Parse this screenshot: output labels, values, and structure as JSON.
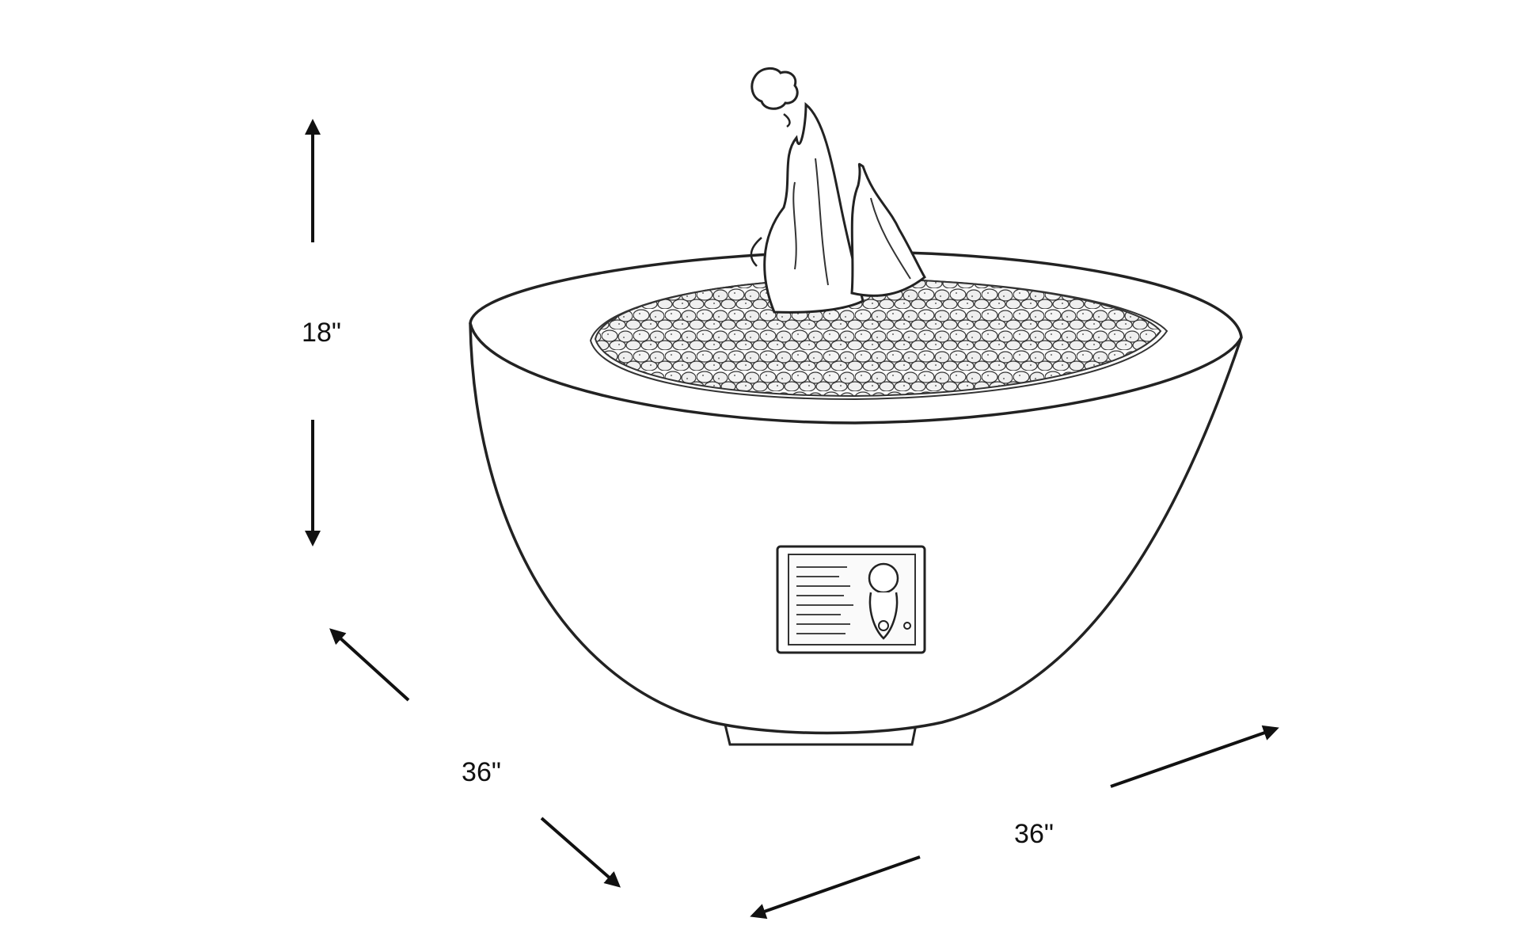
{
  "diagram": {
    "type": "product-dimension-drawing",
    "subject_icon": "fire-bowl-illustration",
    "line_color": "#111111",
    "background": "#ffffff",
    "dimensions": {
      "height": {
        "label": "18\""
      },
      "depth": {
        "label": "36\""
      },
      "width": {
        "label": "36\""
      }
    }
  }
}
